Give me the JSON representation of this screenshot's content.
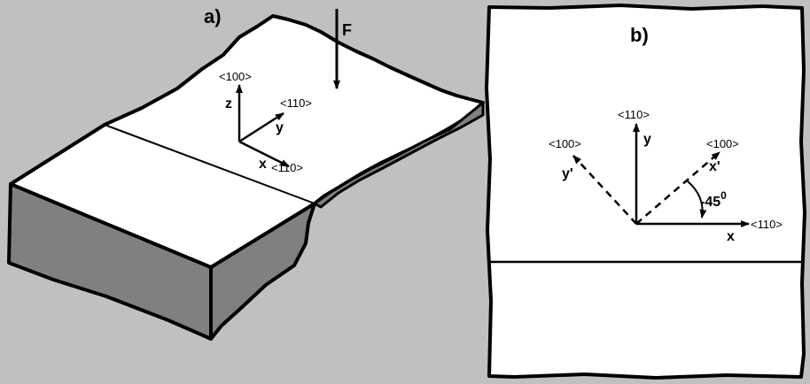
{
  "panel_a": {
    "label": "a)",
    "force_label": "F",
    "axes": {
      "z": "z",
      "z_dir": "<100>",
      "y": "y",
      "y_dir": "<110>",
      "x": "x",
      "x_dir": "<110>"
    }
  },
  "panel_b": {
    "label": "b)",
    "axes": {
      "y": "y",
      "y_dir": "<110>",
      "x": "x",
      "x_dir": "<110>",
      "y_prime": "y'",
      "y_prime_dir": "<100>",
      "x_prime": "x'",
      "x_prime_dir": "<100>",
      "angle": "-45",
      "angle_unit": "0"
    }
  },
  "colors": {
    "background": "#c0c0c0",
    "surface": "#ffffff",
    "side_face": "#808080",
    "ink": "#000000"
  }
}
